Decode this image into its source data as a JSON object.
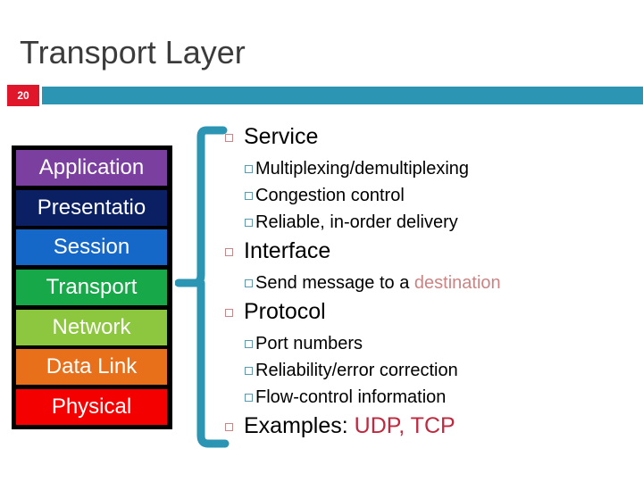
{
  "slide": {
    "title": "Transport Layer",
    "number": "20",
    "accent_color": "#2b95b3",
    "badge_color": "#e0162b",
    "background": "#ffffff",
    "title_color": "#3b3b3b"
  },
  "osi_stack": {
    "frame_color": "#000000",
    "layers": [
      {
        "label": "Application",
        "color": "#7b3fa0",
        "text_color": "#ffffff"
      },
      {
        "label": "Presentatio",
        "color": "#0b1f63",
        "text_color": "#ffffff"
      },
      {
        "label": "Session",
        "color": "#1567c8",
        "text_color": "#ffffff"
      },
      {
        "label": "Transport",
        "color": "#17a84a",
        "text_color": "#ffffff"
      },
      {
        "label": "Network",
        "color": "#8dc63f",
        "text_color": "#ffffff"
      },
      {
        "label": "Data Link",
        "color": "#e8701a",
        "text_color": "#ffffff"
      },
      {
        "label": "Physical",
        "color": "#f40000",
        "text_color": "#ffffff"
      }
    ]
  },
  "bracket": {
    "icon": "curly-brace-bracket",
    "color": "#2b95b3",
    "points_to_layer": "Transport"
  },
  "bullets": {
    "level1_marker": "hollow-square-bullet",
    "level2_marker": "hollow-square-bullet",
    "level1_marker_color": "#c08a8a",
    "level2_marker_color": "#5d9aab",
    "items": [
      {
        "label": "Service",
        "children": [
          {
            "label": "Multiplexing/demultiplexing"
          },
          {
            "label": "Congestion control"
          },
          {
            "label": "Reliable, in-order delivery"
          }
        ]
      },
      {
        "label": "Interface",
        "children": [
          {
            "label_prefix": "Send message to a ",
            "label_highlight": "destination",
            "highlight_color": "#cb8484"
          }
        ]
      },
      {
        "label": "Protocol",
        "children": [
          {
            "label": "Port numbers"
          },
          {
            "label": "Reliability/error correction"
          },
          {
            "label": "Flow-control information"
          }
        ]
      },
      {
        "label_prefix": "Examples: ",
        "label_highlight": "UDP, TCP",
        "highlight_color": "#c0293f",
        "children": []
      }
    ]
  }
}
